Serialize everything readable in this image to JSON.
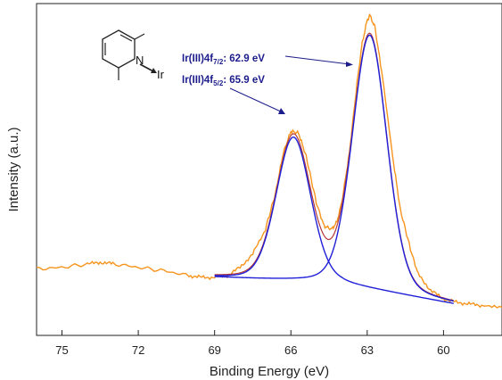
{
  "chart_data": {
    "type": "line",
    "title": "",
    "xlabel": "Binding Energy (eV)",
    "ylabel": "Intensity (a.u.)",
    "x_reversed": true,
    "xlim": [
      76.0,
      57.7
    ],
    "ylim": [
      0,
      100
    ],
    "y_ticks_shown": false,
    "grid": false,
    "x_ticks": [
      75,
      72,
      69,
      66,
      63,
      60
    ],
    "x_tick_labels": [
      "75",
      "72",
      "69",
      "66",
      "63",
      "60"
    ],
    "colors": {
      "experimental": "#f7941d",
      "fit": "#2020d8",
      "envelope": "#b23a3a",
      "annotation": "#1c1c8c"
    },
    "series": [
      {
        "role": "experimental",
        "x": [
          76.0,
          75.0,
          74.0,
          73.5,
          73.0,
          72.0,
          71.0,
          70.0,
          69.5,
          69.0,
          68.5,
          68.0,
          67.5,
          67.0,
          66.6,
          66.3,
          66.0,
          65.7,
          65.4,
          65.0,
          64.7,
          64.4,
          64.2,
          64.0,
          63.7,
          63.4,
          63.2,
          63.0,
          62.9,
          62.7,
          62.4,
          62.0,
          61.7,
          61.3,
          61.0,
          60.5,
          60.0,
          59.5,
          59.0,
          58.5,
          57.7
        ],
        "y": [
          20.0,
          20.5,
          21.5,
          22.0,
          21.6,
          20.5,
          19.5,
          18.0,
          17.5,
          17.5,
          18.0,
          20.5,
          24.5,
          32.0,
          43.0,
          55.0,
          61.5,
          61.0,
          54.0,
          40.0,
          33.0,
          32.0,
          34.0,
          40.0,
          55.0,
          76.0,
          88.0,
          95.0,
          96.5,
          93.0,
          78.0,
          54.0,
          38.0,
          26.0,
          18.5,
          13.5,
          11.0,
          10.0,
          9.5,
          9.0,
          8.5
        ]
      },
      {
        "role": "fit",
        "peak_centers": [
          65.9,
          62.9
        ],
        "peak_heights": [
          43.5,
          76.5
        ],
        "peak_widths_fwhm": [
          1.6,
          1.6
        ],
        "baseline": {
          "x": [
            69.0,
            64.0,
            59.6
          ],
          "y": [
            17.5,
            15.5,
            9.5
          ]
        },
        "fit_range": [
          69.0,
          59.6
        ]
      }
    ],
    "annotations": [
      {
        "label": "Ir(III)4f",
        "subscript": "7/2",
        "value": ":  62.9 eV",
        "points_to_x": 62.9
      },
      {
        "label": "Ir(III)4f",
        "subscript": "5/2",
        "value": ":  65.9 eV",
        "points_to_x": 65.9
      }
    ],
    "inset": {
      "type": "chemical structure",
      "atoms": [
        "N",
        "Ir"
      ]
    }
  }
}
